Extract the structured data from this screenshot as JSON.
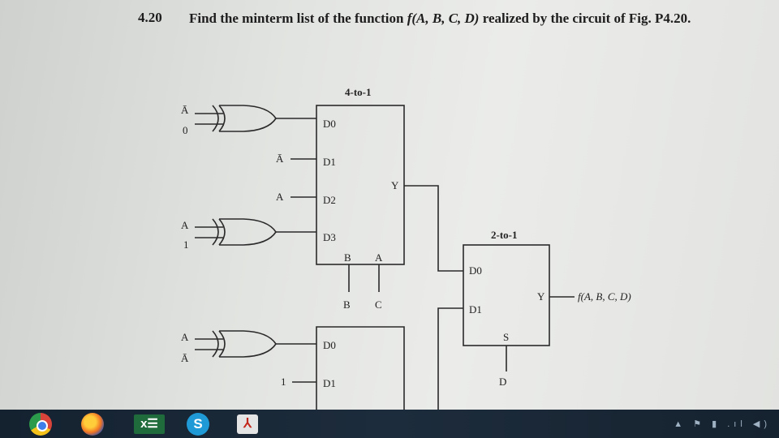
{
  "problem": {
    "number": "4.20",
    "text_before": "Find the minterm list of the function ",
    "function": "f(A, B, C, D)",
    "text_after": " realized by the circuit of Fig. P4.20."
  },
  "circuit": {
    "mux_top_title": "4-to-1",
    "mux_right_title": "2-to-1",
    "xor1_inputs": [
      "Ā",
      "0"
    ],
    "xor2_inputs": [
      "A",
      "1"
    ],
    "xor3_inputs": [
      "A",
      "Ā"
    ],
    "mux_top_inputs": [
      "D0",
      "D1",
      "D2",
      "D3"
    ],
    "mux_top_input_values": {
      "d1": "Ā",
      "d2": "A"
    },
    "mux_top_output": "Y",
    "mux_top_selects": [
      "B",
      "A"
    ],
    "mux_top_select_signals": [
      "B",
      "C"
    ],
    "mux_right_inputs": [
      "D0",
      "D1"
    ],
    "mux_right_select": "S",
    "mux_right_select_signal": "D",
    "mux_right_output": "Y",
    "output_label": "f(A, B, C, D)",
    "mux_bottom_inputs": [
      "D0",
      "D1"
    ],
    "mux_bottom_input_values": {
      "d1": "1"
    }
  },
  "taskbar": {
    "apps": [
      "chrome-icon",
      "firefox-icon",
      "excel-icon",
      "skype-icon",
      "acrobat-icon"
    ],
    "excel_label": "x☰",
    "skype_label": "S",
    "acrobat_label": "⅄",
    "tray": "▲ ⚑ ▮ .ıl ◀)"
  }
}
